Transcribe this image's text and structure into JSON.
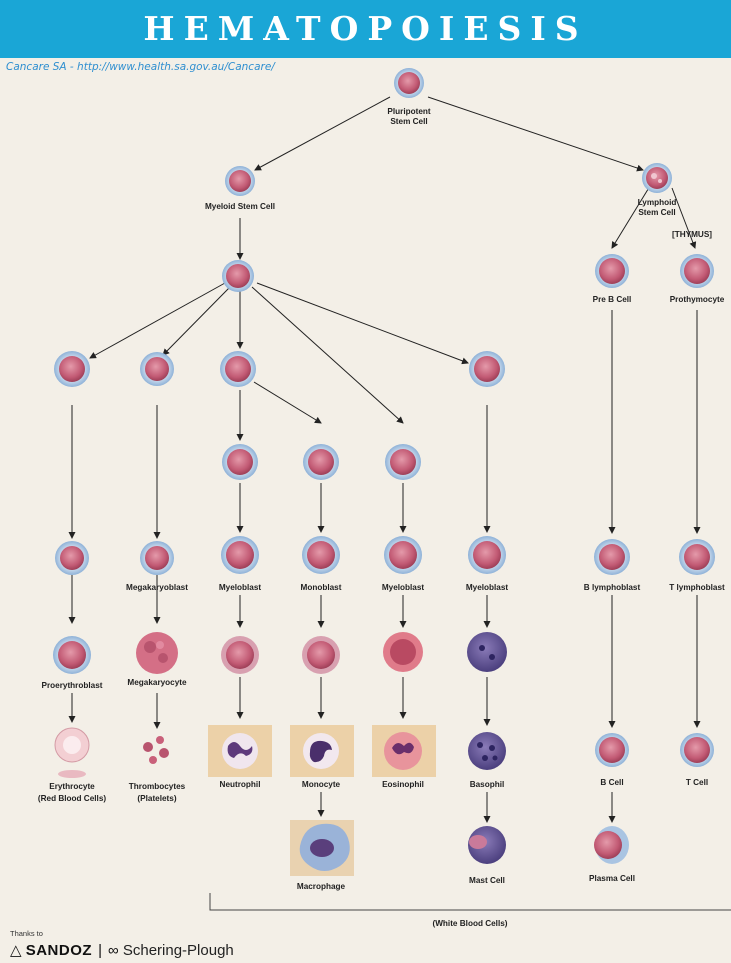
{
  "title": "HEMATOPOIESIS",
  "source": "Cancare SA - http://www.health.sa.gov.au/Cancare/",
  "labels": {
    "pluripotent_1": "Pluripotent",
    "pluripotent_2": "Stem Cell",
    "myeloid": "Myeloid Stem Cell",
    "lymphoid_1": "Lymphoid",
    "lymphoid_2": "Stem Cell",
    "thymus": "[THYMUS]",
    "pre_b": "Pre B Cell",
    "prothymocyte": "Prothymocyte",
    "megakaryoblast": "Megakaryoblast",
    "myeloblast": "Myeloblast",
    "monoblast": "Monoblast",
    "b_lymphoblast": "B lymphoblast",
    "t_lymphoblast": "T lymphoblast",
    "proerythroblast": "Proerythroblast",
    "megakaryocyte": "Megakaryocyte",
    "erythrocyte_1": "Erythrocyte",
    "erythrocyte_2": "(Red Blood Cells)",
    "thrombocytes_1": "Thrombocytes",
    "thrombocytes_2": "(Platelets)",
    "neutrophil": "Neutrophil",
    "monocyte": "Monocyte",
    "eosinophil": "Eosinophil",
    "basophil": "Basophil",
    "b_cell": "B Cell",
    "t_cell": "T Cell",
    "macrophage": "Macrophage",
    "mast_cell": "Mast Cell",
    "plasma_cell": "Plasma Cell",
    "white_blood_cells": "(White Blood Cells)"
  },
  "footer": {
    "thanks": "Thanks to",
    "sandoz": "SANDOZ",
    "schering": "Schering-Plough"
  },
  "colors": {
    "header": "#1aa6d6",
    "cell_body": "#c9607a",
    "cell_halo": "#a9c4e2",
    "background": "#f3efe7"
  }
}
